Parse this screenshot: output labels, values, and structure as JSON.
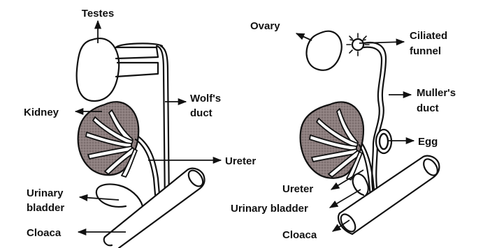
{
  "figure": {
    "background": "#ffffff",
    "stroke_color": "#111111",
    "kidney_fill": "#8d7f7f",
    "male": {
      "labels": {
        "testes": "Testes",
        "kidney": "Kidney",
        "wolfs_duct_line1": "Wolf's",
        "wolfs_duct_line2": "duct",
        "ureter": "Ureter",
        "urinary_bladder_line1": "Urinary",
        "urinary_bladder_line2": "bladder",
        "cloaca": "Cloaca"
      }
    },
    "female": {
      "labels": {
        "ovary": "Ovary",
        "ciliated_funnel_line1": "Ciliated",
        "ciliated_funnel_line2": "funnel",
        "mullers_duct_line1": "Muller's",
        "mullers_duct_line2": "duct",
        "egg": "Egg",
        "ureter": "Ureter",
        "urinary_bladder": "Urinary bladder",
        "cloaca": "Cloaca"
      }
    }
  }
}
